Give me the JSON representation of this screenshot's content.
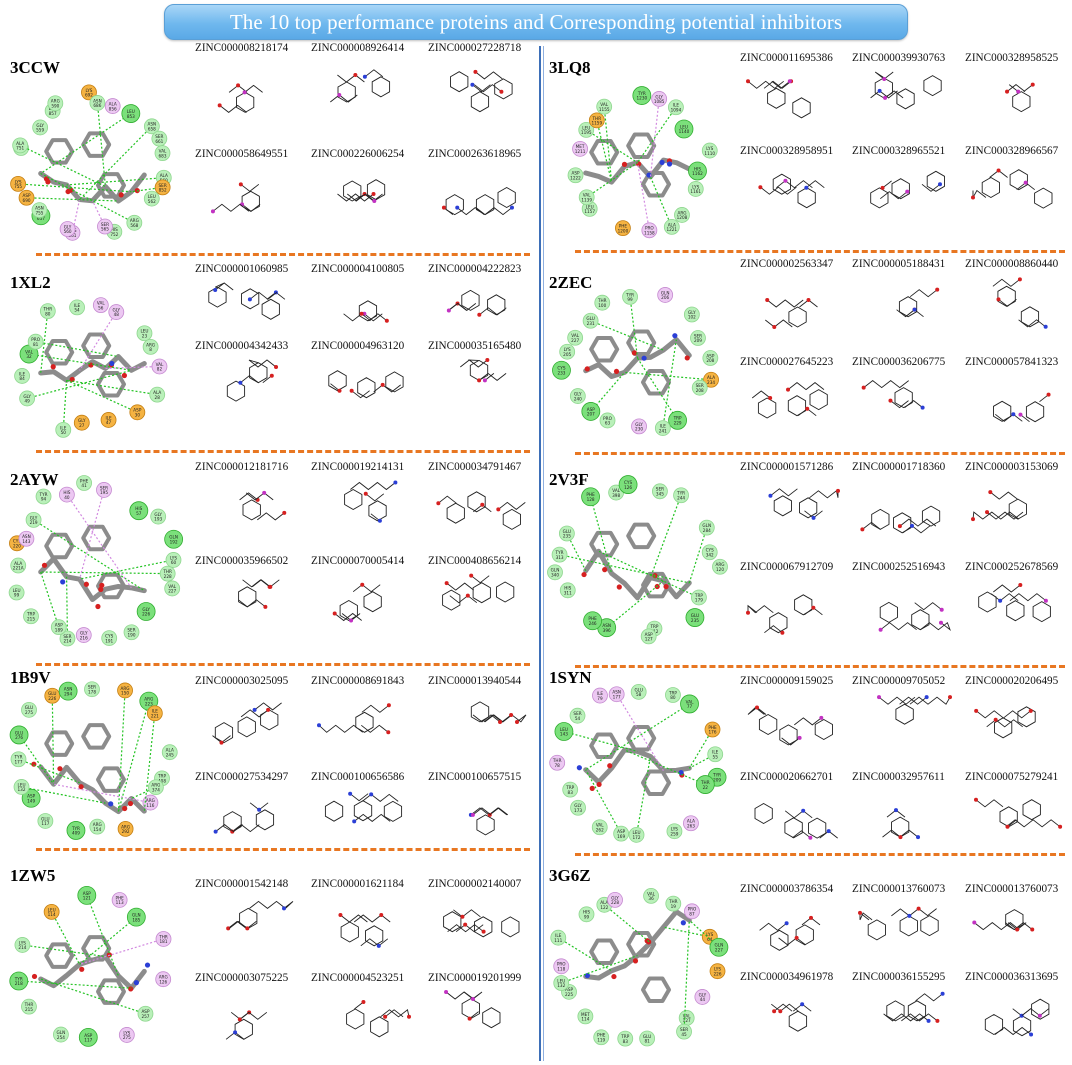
{
  "title": "The 10 top performance proteins and Corresponding potential inhibitors",
  "colors": {
    "banner": "#6fb8ee",
    "dash": "#e87722",
    "sep": "#3d6fb8",
    "green": "#7be07b",
    "pink": "#e9b7f0",
    "ligand": "#8c8c8c"
  },
  "panels": [
    {
      "protein": "3CCW",
      "zinc": [
        "ZINC000008218174",
        "ZINC000008926414",
        "ZINC000027228718",
        "ZINC000058649551",
        "ZINC000226006254",
        "ZINC000263618965"
      ],
      "residues": [
        "ALA 560",
        "SER 852",
        "LEU 562",
        "ARG 568",
        "HIS 752",
        "SER 565",
        "CYS 561",
        "GLY 560",
        "MET 657",
        "ASN 755",
        "ASP 690",
        "LYS 755",
        "SER 684",
        "ALA 751",
        "GLY 559",
        "LEU 857",
        "ARG 590",
        "LYS 692",
        "ASN 686",
        "ALA 856",
        "LEU 853",
        "ASN 658",
        "SER 661",
        "VAL 683"
      ]
    },
    {
      "protein": "3LQ8",
      "zinc": [
        "ZINC000011695386",
        "ZINC000039930763",
        "ZINC000328958525",
        "ZINC000328958951",
        "ZINC000328965521",
        "ZINC000328966567"
      ],
      "residues": [
        "HIS 1162",
        "LYS 1161",
        "ARG 1208",
        "ALA 1221",
        "PRO 1158",
        "PHE 1200",
        "LEU 1157",
        "VAL 1139",
        "ASP 1222",
        "MET 1211",
        "LEU 1195",
        "THR 1159",
        "VAL 1155",
        "TYR 1230",
        "GLY 1085",
        "ILE 1094",
        "LEU 1140",
        "LYS 1110"
      ]
    },
    {
      "protein": "1XL2",
      "zinc": [
        "ZINC000001060985",
        "ZINC000004100805",
        "ZINC000004222823",
        "ZINC000004342433",
        "ZINC000004963120",
        "ZINC000035165480"
      ],
      "residues": [
        "VAL 82",
        "ALA 28",
        "ASP 30",
        "ILE 47",
        "GLY 27",
        "ILE 50",
        "GLY 49",
        "ILE 84",
        "VAL 32",
        "PRO 81",
        "THR 80",
        "ILE 54",
        "VAL 56",
        "GLY 48",
        "LEU 23",
        "ARG 8"
      ]
    },
    {
      "protein": "2ZEC",
      "zinc": [
        "ZINC000002563347",
        "ZINC000005188431",
        "ZINC000008860440",
        "ZINC000027645223",
        "ZINC000036206775",
        "ZINC000057841323"
      ],
      "residues": [
        "ALA 234",
        "SER 208",
        "TRP 229",
        "ILE 241",
        "GLY 230",
        "PRO 63",
        "ASP 207",
        "GLY 240",
        "CYS 233",
        "LYS 205",
        "VAL 227",
        "GLU 231",
        "THR 100",
        "TYR 99",
        "GLN 206",
        "GLY 102",
        "SER 209",
        "ASP 208"
      ]
    },
    {
      "protein": "2AYW",
      "zinc": [
        "ZINC000012181716",
        "ZINC000019214131",
        "ZINC000034791467",
        "ZINC000035966502",
        "ZINC000070005414",
        "ZINC000408656214"
      ],
      "residues": [
        "THR 228",
        "VAL 227",
        "GLY 226",
        "SER 190",
        "CYS 191",
        "GLY 216",
        "SER 214",
        "ASP 189",
        "TRP 215",
        "LEU 99",
        "ALA 221A",
        "CYS 220",
        "ASN 143",
        "GLY 219",
        "TYR 94",
        "HIS 40",
        "PHE 41",
        "SER 195",
        "HIS 57",
        "GLY 193",
        "GLN 192",
        "LYS 60"
      ]
    },
    {
      "protein": "2V3F",
      "zinc": [
        "ZINC000001571286",
        "ZINC000001718360",
        "ZINC000003153069",
        "ZINC000067912709",
        "ZINC000252516943",
        "ZINC000252678569"
      ],
      "residues": [
        "ARG 120",
        "TRP 179",
        "GLU 235",
        "TRP 312",
        "ASP 127",
        "ASN 396",
        "PHE 246",
        "HIS 311",
        "GLN 340",
        "TYR 313",
        "GLU 235",
        "PHE 128",
        "VAL 398",
        "CYS 126",
        "SER 345",
        "TYR 244",
        "GLN 284",
        "CYS 342"
      ]
    },
    {
      "protein": "1B9V",
      "zinc": [
        "ZINC000003025095",
        "ZINC000008691843",
        "ZINC000013940544",
        "ZINC000027534297",
        "ZINC000100656586",
        "ZINC000100657515"
      ],
      "residues": [
        "TRP 408",
        "ARG 374",
        "ARG 116",
        "ARG 292",
        "ARG 154",
        "TYR 409",
        "GLU 117",
        "ASP 149",
        "LEU 132",
        "TYR 177",
        "GLU 276",
        "GLU 275",
        "GLU 226",
        "ASN 294",
        "SER 178",
        "ARG 150",
        "ARG 223",
        "ILE 221",
        "ALA 245"
      ]
    },
    {
      "protein": "1SYN",
      "zinc": [
        "ZINC000009159025",
        "ZINC000009705052",
        "ZINC000020206495",
        "ZINC000020662701",
        "ZINC000032957611",
        "ZINC000075279241"
      ],
      "residues": [
        "TYR 209",
        "THR 22",
        "ALA 263",
        "LYS 259",
        "LEU 172",
        "ASP 169",
        "VAL 262",
        "GLY 173",
        "TRP 83",
        "THR 78",
        "LEU 143",
        "SER 54",
        "ILE 79",
        "ASN 177",
        "GLU 58",
        "TRP 80",
        "VAL 77",
        "PHE 176",
        "ILE 55"
      ]
    },
    {
      "protein": "1ZW5",
      "zinc": [
        "ZINC000001542148",
        "ZINC000001621184",
        "ZINC000002140007",
        "ZINC000003075225",
        "ZINC000004523251",
        "ZINC000019201999"
      ],
      "residues": [
        "ARG 126",
        "ASP 257",
        "LYS 275",
        "ASP 117",
        "GLN 254",
        "THR 215",
        "TYR 218",
        "LYS 214",
        "LEU 114",
        "ASP 121",
        "PHE 113",
        "GLN 185",
        "THR 181"
      ]
    },
    {
      "protein": "3G6Z",
      "zinc": [
        "ZINC000003786354",
        "ZINC000013760073",
        "ZINC000013760073",
        "ZINC000034961978",
        "ZINC000036155295",
        "ZINC000036313695"
      ],
      "residues": [
        "LYS 226",
        "GLY 44",
        "VAL 127",
        "SER 45",
        "GLU 81",
        "TRP 83",
        "PHE 119",
        "MET 114",
        "ASP 225",
        "LEU 132",
        "PRO 118",
        "ILE 111",
        "HIS 99",
        "ALA 122",
        "GLY 228",
        "VAL 36",
        "THR 19",
        "PRO 87",
        "LYS 64",
        "GLN 227"
      ]
    }
  ]
}
